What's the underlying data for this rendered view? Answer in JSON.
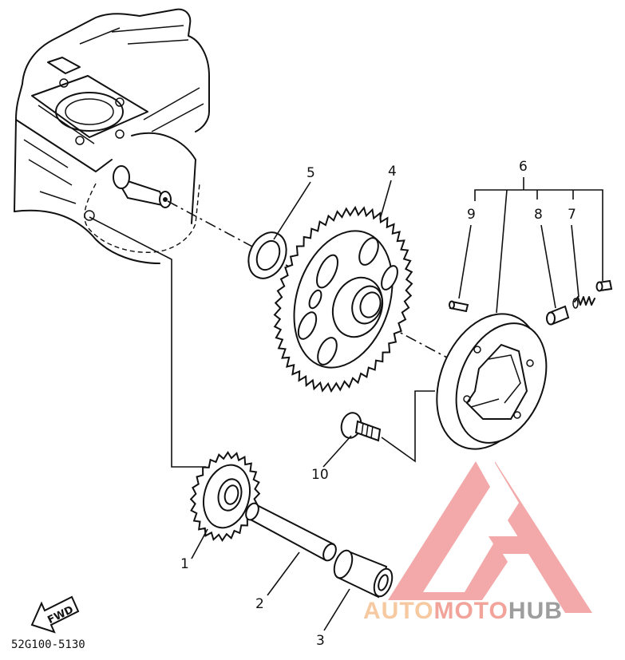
{
  "callouts": {
    "p1": "1",
    "p2": "2",
    "p3": "3",
    "p4": "4",
    "p5": "5",
    "p6": "6",
    "p7": "7",
    "p8": "8",
    "p9": "9",
    "p10": "10"
  },
  "fwd_label": "FWD",
  "diagram_code": "52G100-5130",
  "watermark": {
    "part_auto": "AUTO",
    "part_moto": "MOTO",
    "part_hub": "HUB",
    "color_auto": "#f6c9a0",
    "color_moto": "#f2a39a",
    "color_hub": "#9d9d9d",
    "logo_color": "#f2a0a0"
  }
}
